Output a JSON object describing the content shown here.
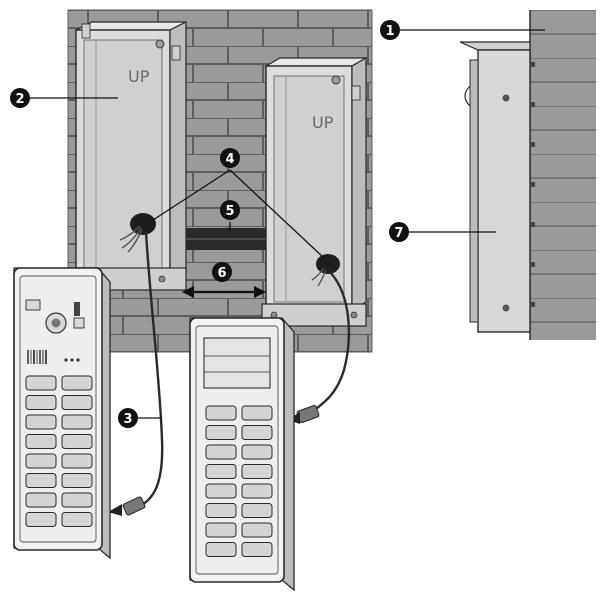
{
  "colors": {
    "wall_fill": "#9a9a9a",
    "mortar": "#5e5e5e",
    "box_fill": "#dcdcdc",
    "box_inner": "#c8c8c8",
    "panel_face": "#eeeeee",
    "button_fill": "#d4d4d4",
    "outline": "#2a2a2a",
    "callout_fill": "#111111",
    "callout_text": "#ffffff"
  },
  "box_labels": {
    "left": "UP",
    "right": "UP"
  },
  "callouts": [
    {
      "id": "1",
      "label": "1"
    },
    {
      "id": "2",
      "label": "2"
    },
    {
      "id": "3",
      "label": "3"
    },
    {
      "id": "4",
      "label": "4"
    },
    {
      "id": "5",
      "label": "5"
    },
    {
      "id": "6",
      "label": "6"
    },
    {
      "id": "7",
      "label": "7"
    }
  ]
}
